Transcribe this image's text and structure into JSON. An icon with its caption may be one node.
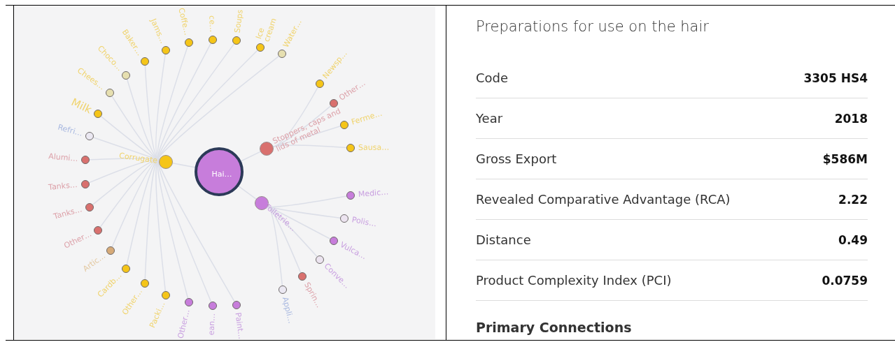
{
  "diagram": {
    "title": "Preparations for use on the hair",
    "nodes": [
      {
        "text": [
          "Hai…"
        ]
      },
      {
        "text": [
          "Corrugate"
        ]
      },
      {
        "text": [
          "Stoppers, caps and lids of metal"
        ]
      },
      {
        "text": [
          "Toiletrie…"
        ]
      },
      {
        "text": [
          "Water…"
        ]
      },
      {
        "text": [
          "Ice cream"
        ]
      },
      {
        "text": [
          "Soups"
        ]
      },
      {
        "text": [
          "ce…"
        ]
      },
      {
        "text": [
          "Coffe…"
        ]
      },
      {
        "text": [
          "Jams…"
        ]
      },
      {
        "text": [
          "Baker…"
        ]
      },
      {
        "text": [
          "Choco…"
        ]
      },
      {
        "text": [
          "Chees…"
        ]
      },
      {
        "text": [
          "Milk"
        ]
      },
      {
        "text": [
          "Refri…"
        ]
      },
      {
        "text": [
          "Alumi…"
        ]
      },
      {
        "text": [
          "Tanks…"
        ]
      },
      {
        "text": [
          "Tanks…"
        ]
      },
      {
        "text": [
          "Other…"
        ]
      },
      {
        "text": [
          "Artic…"
        ]
      },
      {
        "text": [
          "Cardb…"
        ]
      },
      {
        "text": [
          "Other…"
        ]
      },
      {
        "text": [
          "Packi…"
        ]
      },
      {
        "text": [
          "Other…"
        ]
      },
      {
        "text": [
          "ean…"
        ]
      },
      {
        "text": [
          "Paint…"
        ]
      },
      {
        "text": [
          "Newsp…"
        ]
      },
      {
        "text": [
          "Other…"
        ]
      },
      {
        "text": [
          "Ferme…"
        ]
      },
      {
        "text": [
          "Sausa…"
        ]
      },
      {
        "text": [
          "Medic…"
        ]
      },
      {
        "text": [
          "Polis…"
        ]
      },
      {
        "text": [
          "Vulca…"
        ]
      },
      {
        "text": [
          "Conve…"
        ]
      },
      {
        "text": [
          "Sprin…"
        ]
      },
      {
        "text": [
          "Appli…"
        ]
      }
    ],
    "edges": [
      {
        "from": 0,
        "to": 1,
        "arrow": "none"
      },
      {
        "from": 0,
        "to": 2,
        "arrow": "none"
      },
      {
        "from": 0,
        "to": 3,
        "arrow": "none"
      },
      {
        "from": 1,
        "to": 4,
        "arrow": "none"
      },
      {
        "from": 1,
        "to": 5,
        "arrow": "none"
      },
      {
        "from": 1,
        "to": 6,
        "arrow": "none"
      },
      {
        "from": 1,
        "to": 7,
        "arrow": "none"
      },
      {
        "from": 1,
        "to": 8,
        "arrow": "none"
      },
      {
        "from": 1,
        "to": 9,
        "arrow": "none"
      },
      {
        "from": 1,
        "to": 10,
        "arrow": "none"
      },
      {
        "from": 1,
        "to": 11,
        "arrow": "none"
      },
      {
        "from": 1,
        "to": 12,
        "arrow": "none"
      },
      {
        "from": 1,
        "to": 13,
        "arrow": "none"
      },
      {
        "from": 1,
        "to": 14,
        "arrow": "none"
      },
      {
        "from": 1,
        "to": 15,
        "arrow": "none"
      },
      {
        "from": 1,
        "to": 16,
        "arrow": "none"
      },
      {
        "from": 1,
        "to": 17,
        "arrow": "none"
      },
      {
        "from": 1,
        "to": 18,
        "arrow": "none"
      },
      {
        "from": 1,
        "to": 19,
        "arrow": "none"
      },
      {
        "from": 1,
        "to": 20,
        "arrow": "none"
      },
      {
        "from": 1,
        "to": 21,
        "arrow": "none"
      },
      {
        "from": 1,
        "to": 22,
        "arrow": "none"
      },
      {
        "from": 1,
        "to": 23,
        "arrow": "none"
      },
      {
        "from": 1,
        "to": 24,
        "arrow": "none"
      },
      {
        "from": 1,
        "to": 25,
        "arrow": "none"
      },
      {
        "from": 2,
        "to": 26,
        "arrow": "none"
      },
      {
        "from": 2,
        "to": 27,
        "arrow": "none"
      },
      {
        "from": 2,
        "to": 28,
        "arrow": "none"
      },
      {
        "from": 2,
        "to": 29,
        "arrow": "none"
      },
      {
        "from": 3,
        "to": 30,
        "arrow": "none"
      },
      {
        "from": 3,
        "to": 31,
        "arrow": "none"
      },
      {
        "from": 3,
        "to": 32,
        "arrow": "none"
      },
      {
        "from": 3,
        "to": 33,
        "arrow": "none"
      },
      {
        "from": 3,
        "to": 34,
        "arrow": "none"
      },
      {
        "from": 3,
        "to": 35,
        "arrow": "none"
      }
    ],
    "labels": [
      "Code",
      "3305 HS4",
      "Year",
      "2018",
      "Gross Export",
      "$586M",
      "Revealed Comparative Advantage (RCA)",
      "2.22",
      "Distance",
      "0.49",
      "Product Complexity Index (PCI)",
      "0.0759",
      "Primary Connections"
    ]
  }
}
